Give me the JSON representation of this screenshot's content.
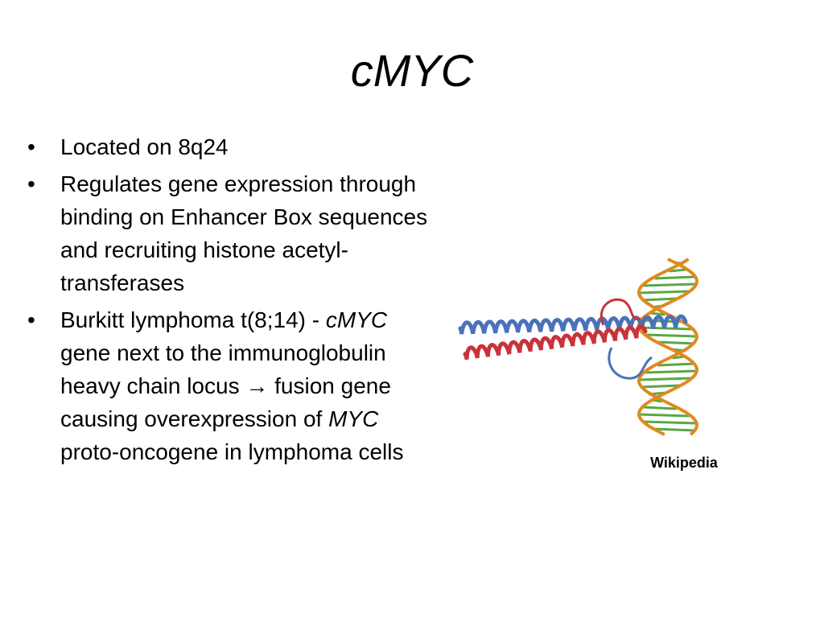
{
  "slide": {
    "title": "cMYC",
    "bullet_symbol": "•",
    "bullets": [
      {
        "text": "Located on 8q24"
      },
      {
        "text": "Regulates gene expression through binding on Enhancer Box sequences and recruiting histone acetyl-transferases"
      },
      {
        "part1": "Burkitt lymphoma t(8;14) - ",
        "part2_italic": "cMYC",
        "part3": " gene next to the immunoglobulin heavy chain locus ",
        "arrow": "→",
        "part4": " fusion gene causing overexpression of ",
        "part5_italic": "MYC",
        "part6": " proto-oncogene in lymphoma cells"
      }
    ],
    "image": {
      "subject": "myc-protein-dna-complex",
      "caption": "Wikipedia"
    },
    "colors": {
      "dna_backbone": "#e08a1e",
      "dna_bases": "#5aa845",
      "helix_red": "#c8333a",
      "helix_blue": "#4a72b8"
    }
  }
}
